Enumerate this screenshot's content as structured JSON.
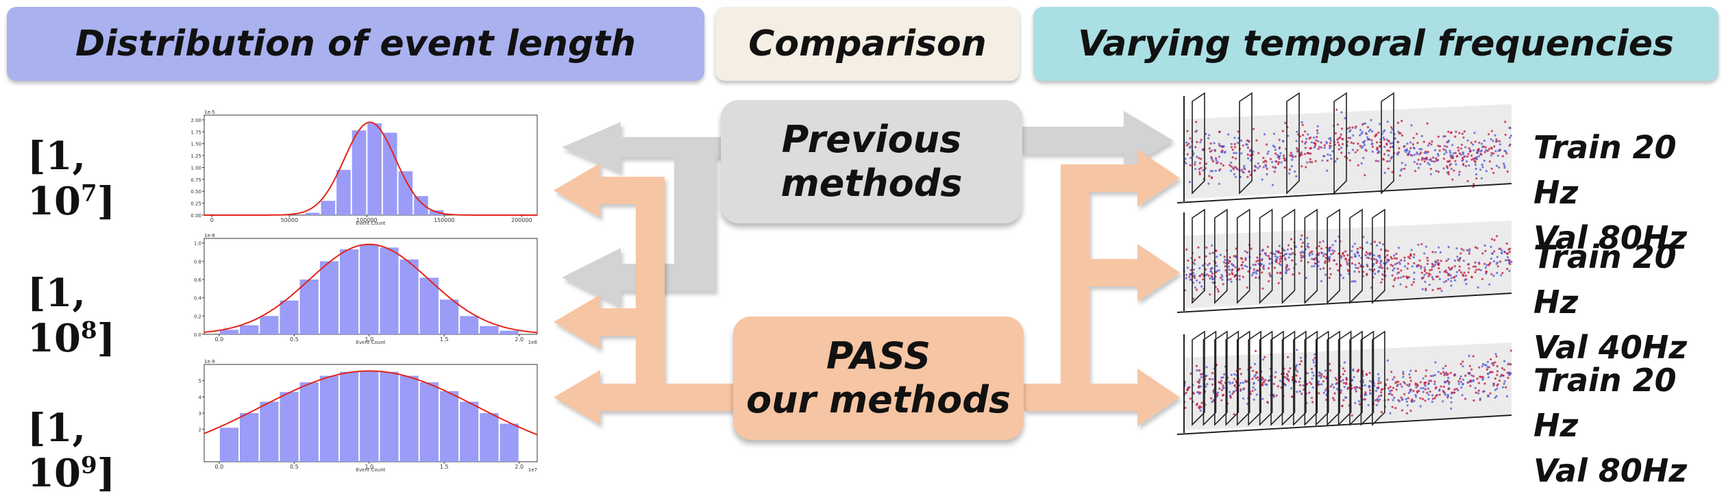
{
  "headers": {
    "distribution": "Distribution of event length",
    "comparison": "Comparison",
    "varying": "Varying temporal frequencies"
  },
  "ranges": [
    {
      "base": "[1, 10",
      "exp": "7",
      "close": "]"
    },
    {
      "base": "[1, 10",
      "exp": "8",
      "close": "]"
    },
    {
      "base": "[1, 10",
      "exp": "9",
      "close": "]"
    }
  ],
  "methods": {
    "previous": [
      "Previous",
      "methods"
    ],
    "pass": [
      "PASS",
      "our methods"
    ]
  },
  "frequencies": [
    {
      "train": "Train 20 Hz",
      "val": "Val 80Hz",
      "slices": 5
    },
    {
      "train": "Train 20 Hz",
      "val": "Val 40Hz",
      "slices": 9
    },
    {
      "train": "Train 20 Hz",
      "val": "Val 80Hz",
      "slices": 17
    }
  ],
  "colors": {
    "gray_arrow": "#d3d3d3",
    "orange_arrow": "#f6c5a3",
    "bar": "#9a9cf7",
    "curve": "#e2231a",
    "red_events": "#c2153b",
    "blue_events": "#4d55d6"
  },
  "chart_data": [
    {
      "type": "bar",
      "xlabel": "Event Count",
      "scale_label": "1e-5",
      "xlim": [
        -5000,
        210000
      ],
      "ylim": [
        0,
        2.1
      ],
      "x_ticks": [
        "0",
        "50000",
        "100000",
        "150000",
        "200000"
      ],
      "x_tick_values": [
        0,
        50000,
        100000,
        150000,
        200000
      ],
      "y_ticks": [
        "0.00",
        "0.25",
        "0.50",
        "0.75",
        "1.00",
        "1.25",
        "1.50",
        "1.75",
        "2.00"
      ],
      "y_tick_values": [
        0,
        0.25,
        0.5,
        0.75,
        1.0,
        1.25,
        1.5,
        1.75,
        2.0
      ],
      "bin_edges": [
        60000,
        70000,
        80000,
        90000,
        100000,
        110000,
        120000,
        130000,
        140000,
        150000
      ],
      "values": [
        0.05,
        0.3,
        0.95,
        1.78,
        1.93,
        1.73,
        0.92,
        0.4,
        0.1
      ],
      "fit": {
        "mean": 102000,
        "sd": 16500,
        "peak": 1.95
      }
    },
    {
      "type": "bar",
      "xlabel": "Event Count",
      "scale_label": "1e-8",
      "offset_label": "1e8",
      "xlim": [
        -0.1,
        2.12
      ],
      "ylim": [
        0,
        1.05
      ],
      "x_ticks": [
        "0.0",
        "0.5",
        "1.0",
        "1.5",
        "2.0"
      ],
      "x_tick_values": [
        0,
        0.5,
        1.0,
        1.5,
        2.0
      ],
      "y_ticks": [
        "0.0",
        "0.2",
        "0.4",
        "0.6",
        "0.8",
        "1.0"
      ],
      "y_tick_values": [
        0,
        0.2,
        0.4,
        0.6,
        0.8,
        1.0
      ],
      "bin_edges": [
        0,
        0.133,
        0.267,
        0.4,
        0.533,
        0.667,
        0.8,
        0.933,
        1.067,
        1.2,
        1.333,
        1.467,
        1.6,
        1.733,
        1.867,
        2.0
      ],
      "values": [
        0.05,
        0.1,
        0.2,
        0.37,
        0.6,
        0.8,
        0.93,
        0.98,
        0.95,
        0.82,
        0.62,
        0.38,
        0.2,
        0.09,
        0.04
      ],
      "fit": {
        "mean": 1.0,
        "sd": 0.4,
        "peak": 0.985
      }
    },
    {
      "type": "bar",
      "xlabel": "Event Count",
      "scale_label": "1e-9",
      "offset_label": "1e7",
      "xlim": [
        -0.1,
        2.12
      ],
      "ylim": [
        0,
        6
      ],
      "x_ticks": [
        "0.0",
        "0.5",
        "1.0",
        "1.5",
        "2.0"
      ],
      "x_tick_values": [
        0,
        0.5,
        1.0,
        1.5,
        2.0
      ],
      "y_ticks": [
        "2",
        "3",
        "4",
        "5"
      ],
      "y_tick_values": [
        2,
        3,
        4,
        5
      ],
      "bin_edges": [
        0,
        0.133,
        0.267,
        0.4,
        0.533,
        0.667,
        0.8,
        0.933,
        1.067,
        1.2,
        1.333,
        1.467,
        1.6,
        1.733,
        1.867,
        2.0
      ],
      "values": [
        2.1,
        3.0,
        3.7,
        4.3,
        4.9,
        5.3,
        5.55,
        5.6,
        5.55,
        5.3,
        4.9,
        4.35,
        3.7,
        3.0,
        2.35
      ],
      "fit": {
        "mean": 1.0,
        "sd": 0.72,
        "peak": 5.6
      }
    }
  ]
}
